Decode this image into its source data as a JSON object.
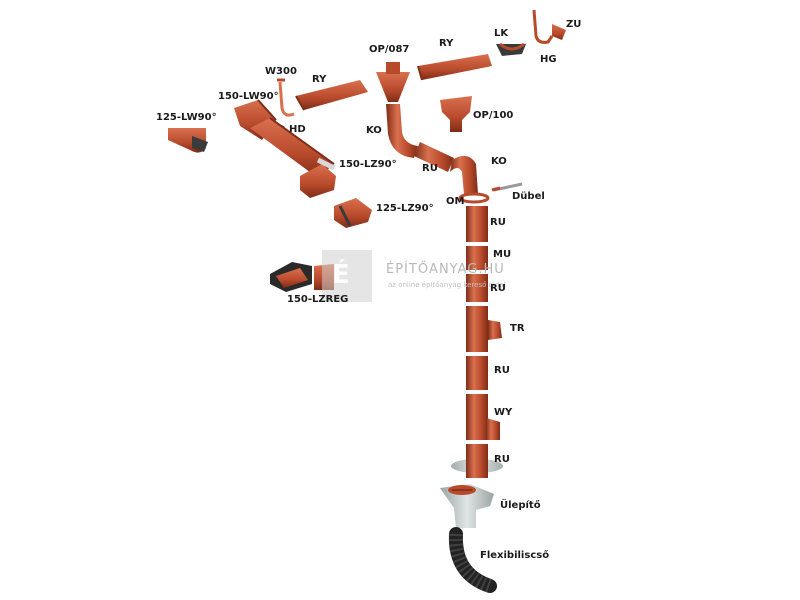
{
  "colors": {
    "clay": "#b84a2c",
    "clay_light": "#d9704e",
    "clay_dark": "#7e2c17",
    "inner": "#3a3a3a",
    "grey_part": "#c9cfcf",
    "flex_black": "#222222"
  },
  "labels": {
    "w300": "W300",
    "ry_left": "RY",
    "lw90_150": "150-LW90°",
    "lw90_125": "125-LW90°",
    "hd": "HD",
    "lz90_150": "150-LZ90°",
    "lz90_125": "125-LZ90°",
    "lzreg_150": "150-LZREG",
    "op087": "OP/087",
    "ry_top": "RY",
    "lk": "LK",
    "zu": "ZU",
    "hg": "HG",
    "op100": "OP/100",
    "ko_1": "KO",
    "ru_1": "RU",
    "ko_2": "KO",
    "om": "OM",
    "dubel": "Dübel",
    "ru_2": "RU",
    "mu": "MU",
    "ru_3": "RU",
    "tr": "TR",
    "ru_4": "RU",
    "wy": "WY",
    "ru_5": "RU",
    "ulepito": "Ülepítő",
    "flex": "Flexibiliscső"
  },
  "watermark": {
    "logo": "É",
    "title": "ÉPÍTŐANYAG.HU",
    "subtitle": "az online építőanyag kereső oldal"
  }
}
